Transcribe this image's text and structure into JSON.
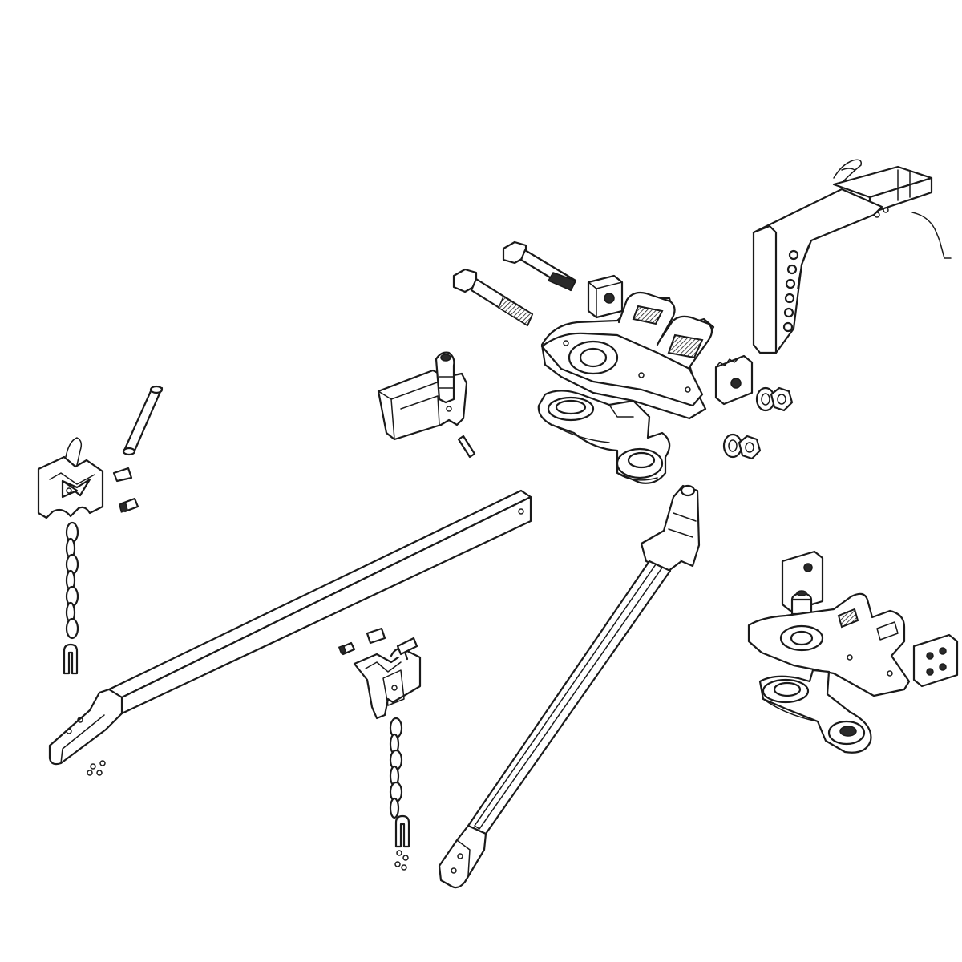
{
  "diagram": {
    "background": "#ffffff",
    "line_color": "#1a1a1a",
    "parts": [
      {
        "name": "hitch-shank"
      },
      {
        "name": "hitch-head"
      },
      {
        "name": "head-rear-view"
      },
      {
        "name": "spring-bar-left"
      },
      {
        "name": "spring-bar-right"
      },
      {
        "name": "bracket-left"
      },
      {
        "name": "bracket-center"
      },
      {
        "name": "sway-bracket"
      },
      {
        "name": "bolts"
      },
      {
        "name": "nuts-washers"
      },
      {
        "name": "shims"
      }
    ]
  }
}
